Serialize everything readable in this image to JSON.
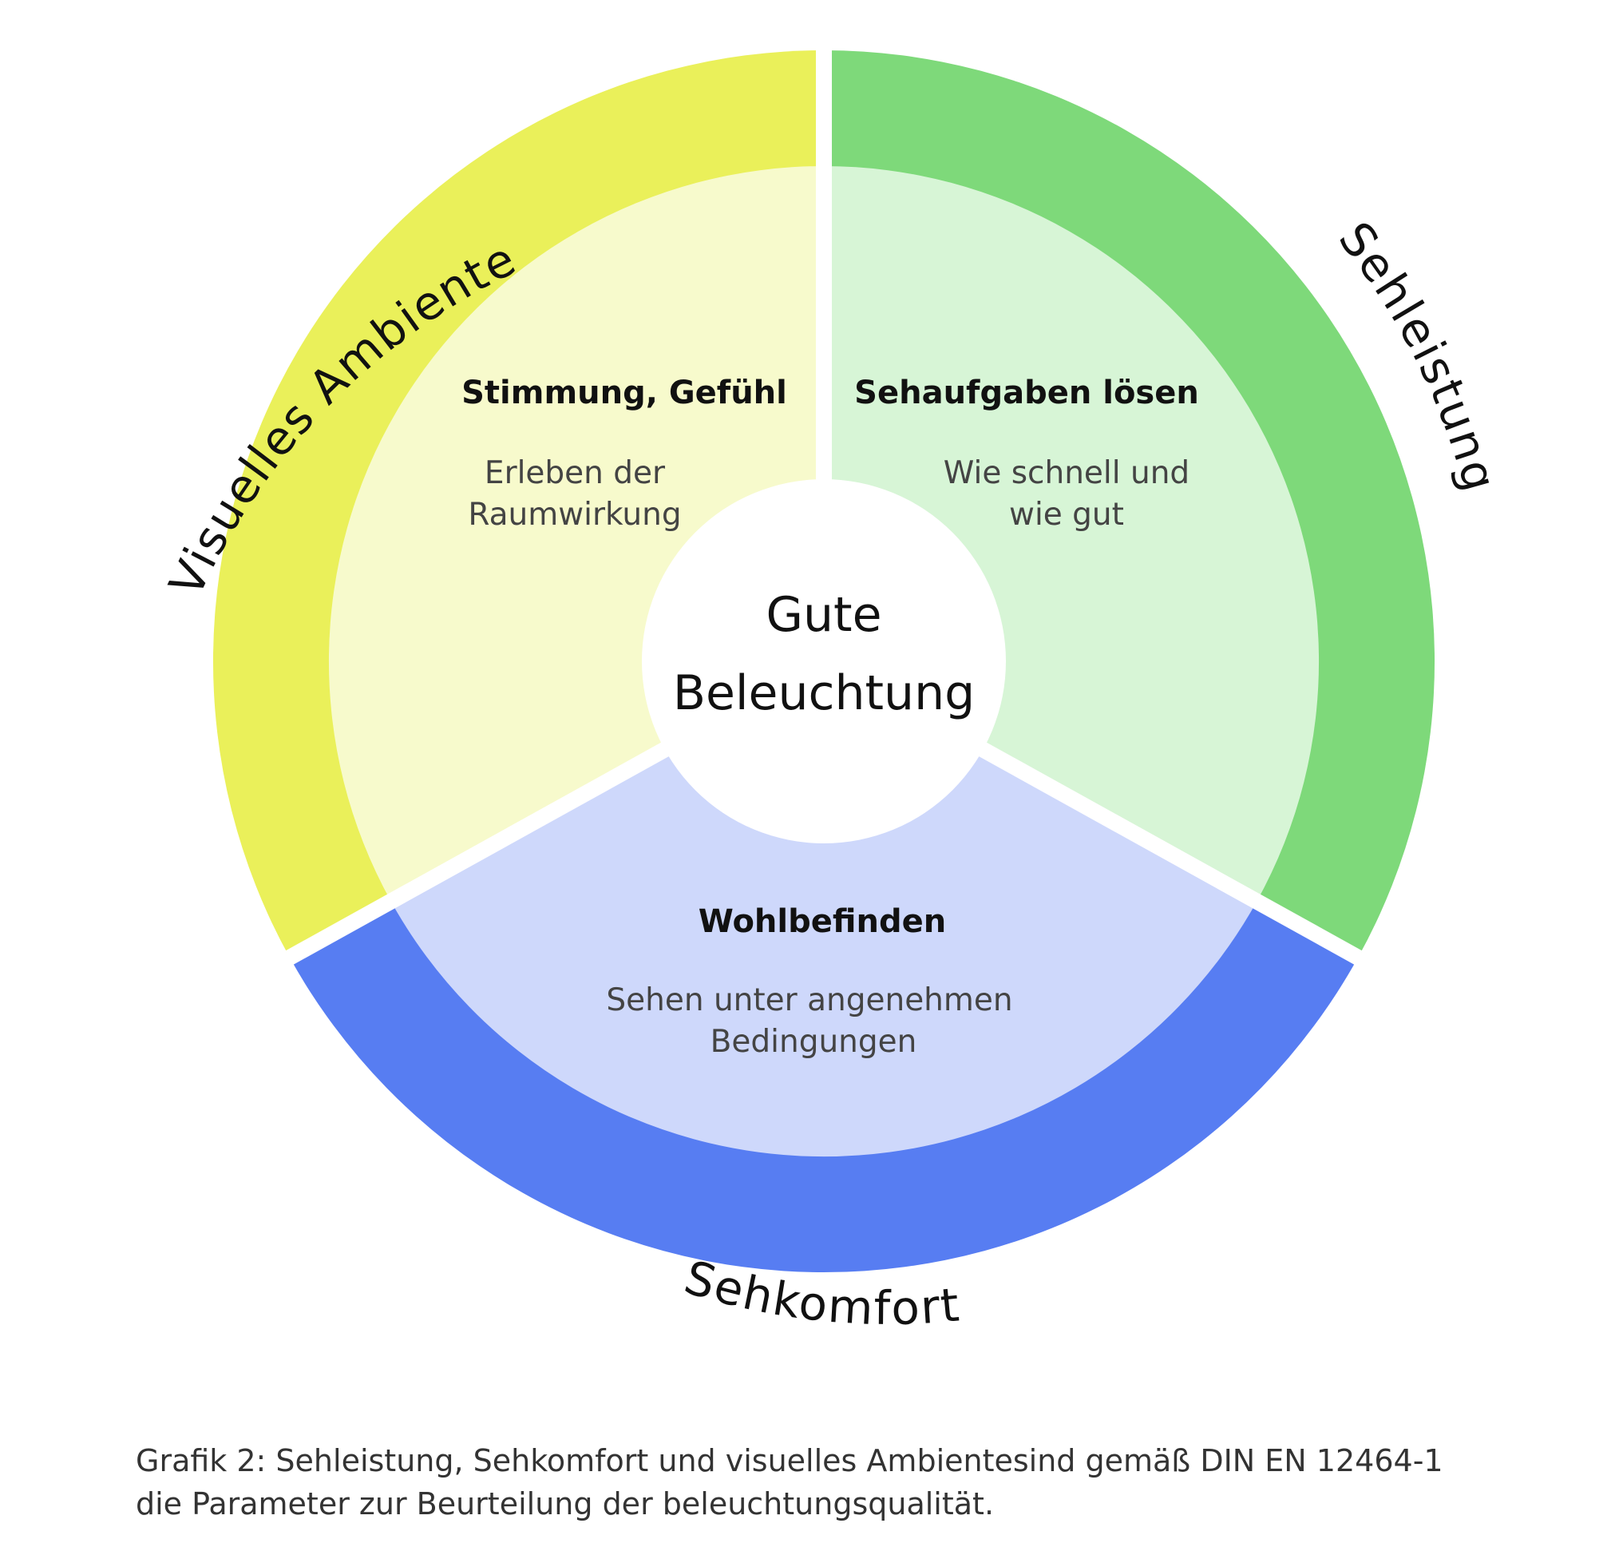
{
  "center": {
    "line1": "Gute",
    "line2": "Beleuchtung"
  },
  "segments": {
    "visual": {
      "outer_label": "Visuelles Ambiente",
      "title": "Stimmung, Gefühl",
      "desc1": "Erleben der",
      "desc2": "Raumwirkung",
      "outer_color": "#EAF05A",
      "inner_color": "#F7FACC"
    },
    "performance": {
      "outer_label": "Sehleistung",
      "title": "Sehaufgaben lösen",
      "desc1": "Wie schnell und",
      "desc2": "wie gut",
      "outer_color": "#7ED97A",
      "inner_color": "#D7F5D6"
    },
    "comfort": {
      "outer_label": "Sehkomfort",
      "title": "Wohlbefinden",
      "desc1": "Sehen unter angenehmen",
      "desc2": "Bedingungen",
      "outer_color": "#577DF2",
      "inner_color": "#CED8FB"
    }
  },
  "caption": {
    "line1": "Grafik 2: Sehleistung, Sehkomfort und visuelles Ambientesind gemäß DIN EN 12464-1",
    "line2": "die Parameter zur Beurteilung der beleuchtungsqualität."
  }
}
